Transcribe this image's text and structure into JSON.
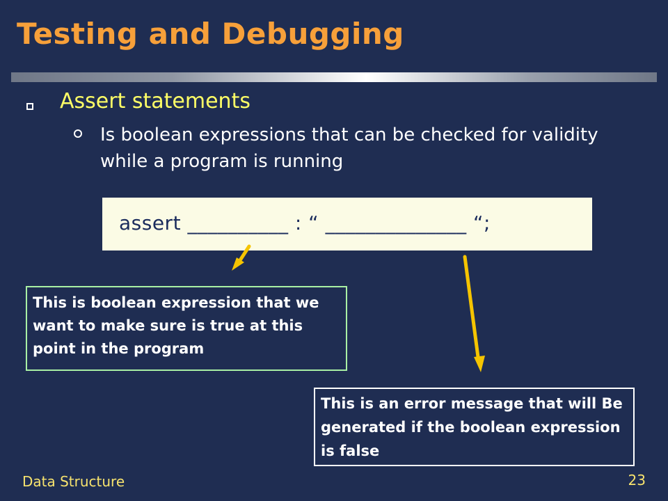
{
  "slide": {
    "title": "Testing and Debugging",
    "bullet_level1": "Assert statements",
    "bullet_level2": "Is boolean expressions that can be checked for validity while a program is running",
    "code": "assert __________ : “ ______________ “;",
    "note_left": "This is boolean expression that we want to make sure is true at this point in the program",
    "note_right": "This is an error message that will Be generated if the boolean expression is false",
    "footer": "Data Structure",
    "page_number": "23"
  },
  "colors": {
    "background": "#1f2d52",
    "title": "#f7a03a",
    "bullet1_text": "#ffff66",
    "code_box_bg": "#fbfbe5",
    "code_text": "#1a2b5c",
    "arrow": "#f5c400",
    "note_left_border": "#a9f0a4",
    "footer_text": "#f7e36e"
  },
  "icons": {
    "level1_bullet": "square-bullet-icon",
    "level2_bullet": "circle-bullet-icon",
    "arrow_left": "arrow-down-left-icon",
    "arrow_right": "arrow-down-icon"
  }
}
